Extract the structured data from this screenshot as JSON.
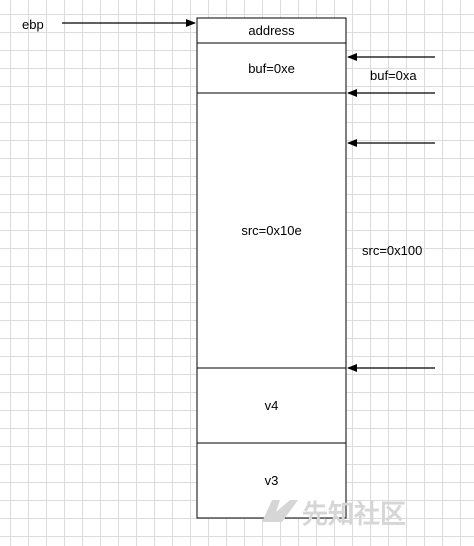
{
  "labels": {
    "ebp": "ebp",
    "buf_right": "buf=0xa",
    "src_right": "src=0x100"
  },
  "stack": {
    "cells": [
      {
        "id": "address",
        "label": "address"
      },
      {
        "id": "buf",
        "label": "buf=0xe"
      },
      {
        "id": "src",
        "label": "src=0x10e"
      },
      {
        "id": "v4",
        "label": "v4"
      },
      {
        "id": "v3",
        "label": "v3"
      }
    ]
  },
  "watermark": {
    "text": "先知社区",
    "color": "#d6d6d6"
  },
  "colors": {
    "line": "#000000",
    "grid": "#dcdcdc",
    "background": "#ffffff"
  }
}
